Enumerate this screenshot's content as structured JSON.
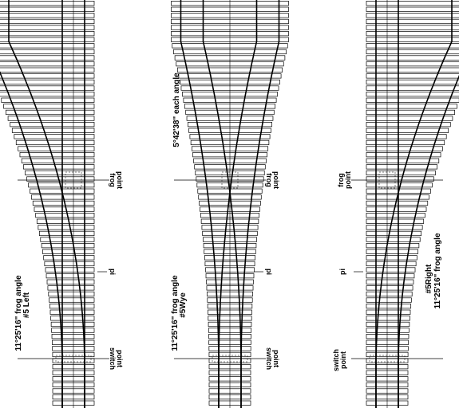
{
  "templates": [
    {
      "id": "left",
      "title": "#5 Left",
      "angle_note": "11°25'16\" frog angle",
      "labels": {
        "frog": "frog",
        "frog2": "point",
        "pi": "pi",
        "switch": "switch",
        "switch2": "point"
      }
    },
    {
      "id": "wye",
      "title": "#5Wye",
      "angle_note": "11°25'16\" frog angle",
      "extra_note": "5°42'38\" each angle",
      "labels": {
        "frog": "frog",
        "frog2": "point",
        "pi": "pi",
        "switch": "switch",
        "switch2": "point"
      }
    },
    {
      "id": "right",
      "title": "#5Right",
      "angle_note": "11°25'16\" frog angle",
      "labels": {
        "frog": "frog",
        "frog2": "point",
        "pi": "pi",
        "switch": "switch",
        "switch2": "point"
      }
    }
  ],
  "colors": {
    "ink": "#000000",
    "paper": "#ffffff"
  }
}
